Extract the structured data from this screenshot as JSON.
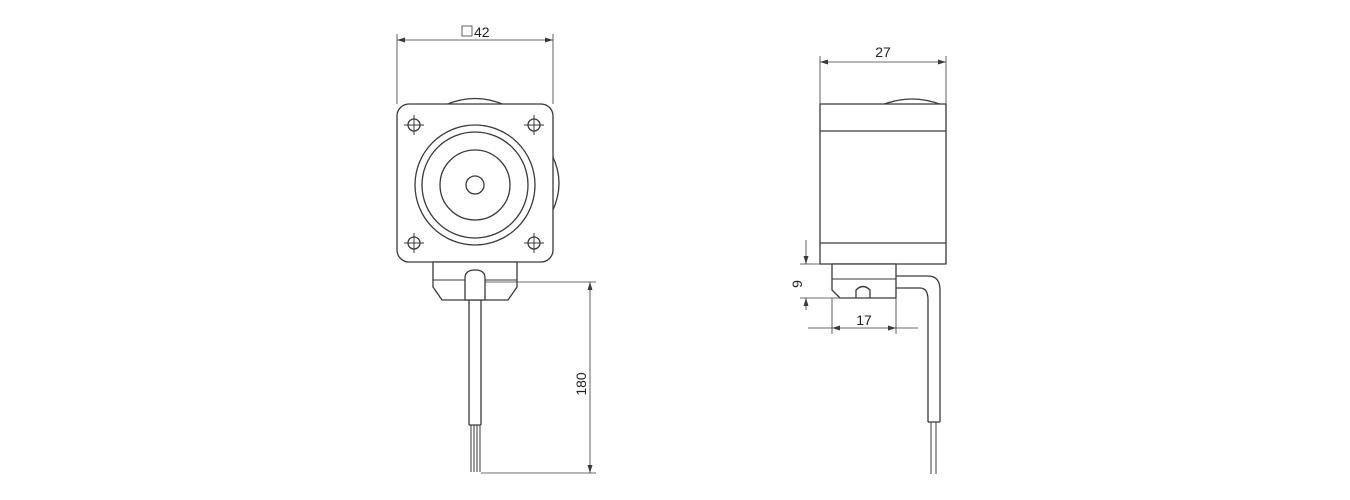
{
  "front_view": {
    "width_dim": "42",
    "lead_length_dim": "180"
  },
  "side_view": {
    "depth_dim": "27",
    "mount_height_dim": "9",
    "mount_width_dim": "17"
  },
  "colors": {
    "line": "#3a3a3a",
    "background": "#ffffff"
  }
}
